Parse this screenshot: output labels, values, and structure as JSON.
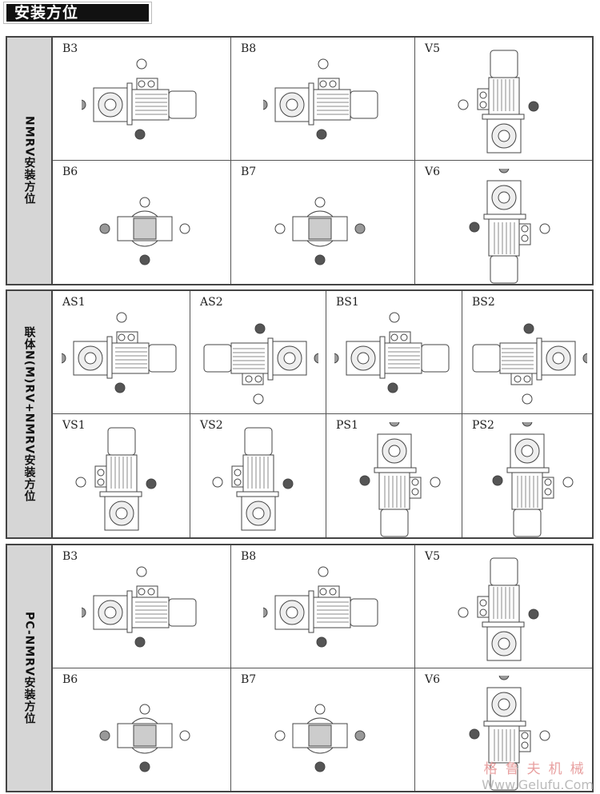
{
  "header": {
    "title": "安装方位 >>>>>"
  },
  "sections": [
    {
      "label": "NMRV安装方位",
      "columns": 3,
      "cells": [
        "B3",
        "B8",
        "V5",
        "B6",
        "B7",
        "V6"
      ]
    },
    {
      "label": "联体N(M)RV+NMRV安装方位",
      "columns": 4,
      "cells": [
        "AS1",
        "AS2",
        "BS1",
        "BS2",
        "VS1",
        "VS2",
        "PS1",
        "PS2"
      ]
    },
    {
      "label": "PC-NMRV安装方位",
      "columns": 3,
      "cells": [
        "B3",
        "B8",
        "V5",
        "B6",
        "B7",
        "V6"
      ]
    }
  ],
  "watermark": {
    "cn": "格鲁夫机械",
    "en": "Www.Gelufu.Com"
  }
}
